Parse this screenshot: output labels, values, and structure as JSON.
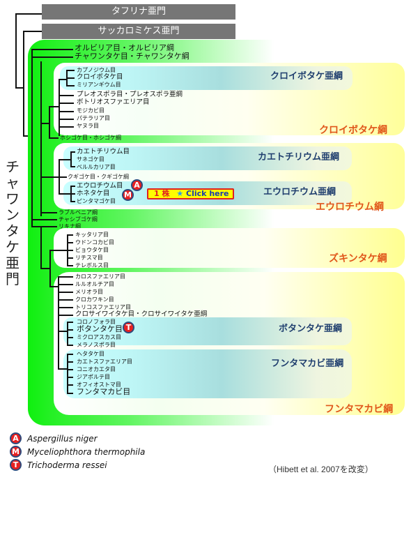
{
  "outgroups": [
    {
      "label": "タフリナ亜門"
    },
    {
      "label": "サッカロミケス亜門"
    }
  ],
  "phylum_label": "チャワンタケ亜門",
  "top_taxa": [
    {
      "label": "オルビリア目・オルビリア綱"
    },
    {
      "label": "チャワンタケ目・チャワンタケ綱"
    }
  ],
  "leotiomycetes": {
    "class_label": "クロイボタケ綱",
    "subclass_label": "クロイボタケ亜綱",
    "subclass_orders": [
      "カプノジウム目",
      "クロイボタケ目",
      "ミリアンギウム目"
    ],
    "other_orders": [
      "プレオスポラ目・プレオスポラ亜綱",
      "ボトリオスファエリア目",
      "モジカビ目",
      "パテラリア目",
      "ヤヌラ目"
    ]
  },
  "hoshigoke": {
    "label": "ホシゴケ目・ホシゴケ綱"
  },
  "eurotiomycetes": {
    "class_label": "エウロチウム綱",
    "subclass1_label": "カエトチリウム亜綱",
    "subclass1_orders": [
      "カエトチリウム目",
      "サネゴケ目",
      "ベルルカリア目"
    ],
    "middle": "クギゴケ目・クギゴケ綱",
    "subclass2_label": "エウロチウム亜綱",
    "subclass2_orders": [
      "エウロチウム目",
      "ホネタケ目",
      "ピンタマゴケ目"
    ]
  },
  "badges": {
    "A": "A",
    "M": "M",
    "T": "T"
  },
  "click_button": {
    "count": "1 株",
    "star": "★",
    "label": "Click here"
  },
  "lichen_classes": [
    {
      "label": "ラブルベニア綱"
    },
    {
      "label": "チャシブゴケ綱"
    },
    {
      "label": "リキナ綱"
    }
  ],
  "zukintake": {
    "class_label": "ズキンタケ綱",
    "orders": [
      "キッタリア目",
      "ウドンコカビ目",
      "ビョウタケ目",
      "リチスマ目",
      "テレボルス目"
    ]
  },
  "sordariomycetes": {
    "class_label": "フンタマカビ綱",
    "orders": [
      "カロスファエリア目",
      "ルルオルチア目",
      "メリオラ目",
      "クロカワキン目",
      "トリコスファエリア目",
      "クロサイワイタケ目・クロサイワイタケ亜綱"
    ],
    "subclass1_label": "ボタンタケ亜綱",
    "subclass1_orders": [
      "コロノフォラ目",
      "ボタンタケ目",
      "ミクロアスカス目",
      "メラノスポラ目"
    ],
    "subclass2_label": "フンタマカビ亜綱",
    "subclass2_orders": [
      "ヘタタケ目",
      "カエトスファエリア目",
      "コニオカエタ目",
      "ジアポルテ目",
      "オフィオストマ目",
      "フンタマカビ目"
    ]
  },
  "legend": [
    {
      "badge": "A",
      "name": "Aspergillus niger"
    },
    {
      "badge": "M",
      "name": "Myceliophthora thermophila"
    },
    {
      "badge": "T",
      "name": "Trichoderma ressei"
    }
  ],
  "citation": "（Hibett et al. 2007を改変）"
}
